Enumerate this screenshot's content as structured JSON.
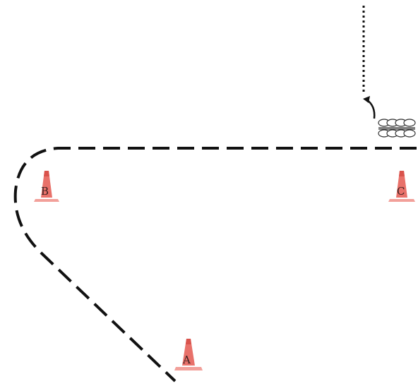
{
  "colors": {
    "path_line": "#111111",
    "cone_body": "#e8716a",
    "cone_base": "#f2a09a",
    "cone_shade": "#d9534c",
    "barrier_stroke": "#333333"
  },
  "cones": [
    {
      "label": "A",
      "icon": "traffic-cone-icon"
    },
    {
      "label": "B",
      "icon": "traffic-cone-icon"
    },
    {
      "label": "C",
      "icon": "traffic-cone-icon"
    }
  ],
  "barrier": {
    "icon": "tire-stack-icon"
  },
  "turn_arrow": {
    "icon": "curved-arrow-icon"
  }
}
